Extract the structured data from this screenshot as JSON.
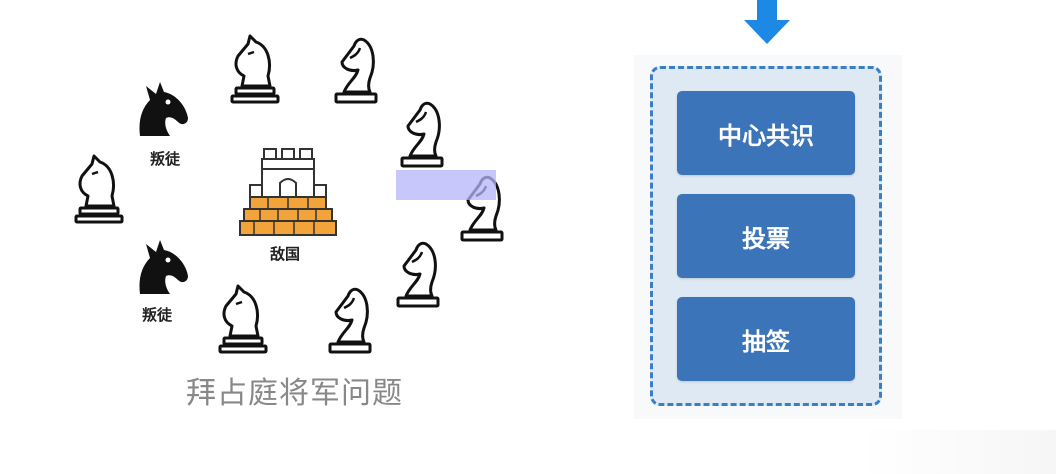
{
  "diagram": {
    "traitor_label": "叛徒",
    "enemy_label": "敌国",
    "caption": "拜占庭将军问题"
  },
  "consensus": {
    "items": [
      "中心共识",
      "投票",
      "抽签"
    ]
  },
  "colors": {
    "accent": "#3c74b9",
    "panel_border": "#3a7fc6",
    "panel_fill": "#dfe9f3",
    "arrow": "#1e88e5",
    "castle_orange": "#f2a33a"
  }
}
